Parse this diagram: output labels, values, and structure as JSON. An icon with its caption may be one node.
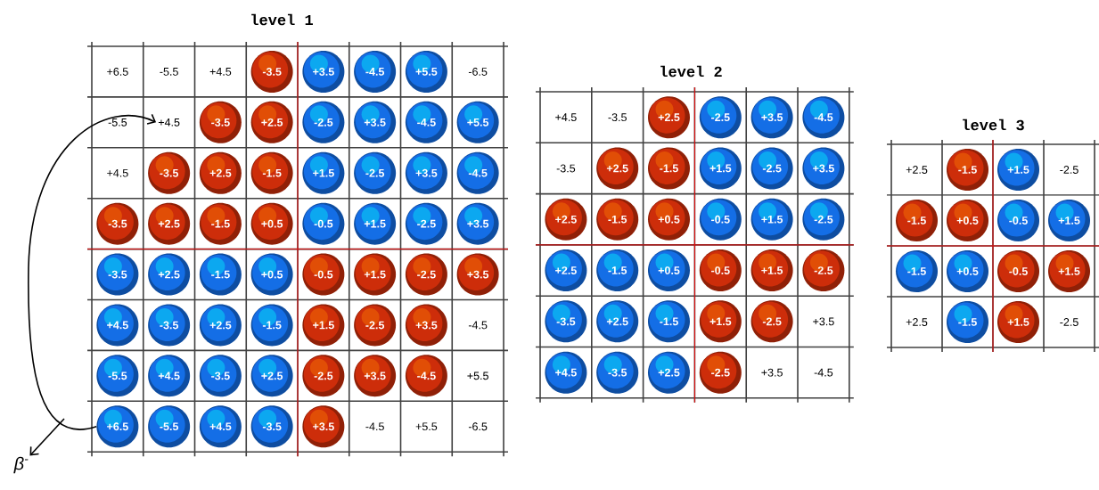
{
  "diagram": {
    "nodes": [
      {
        "text": [
          "+6.5"
        ]
      },
      {
        "text": [
          "-5.5"
        ]
      },
      {
        "text": [
          "+4.5"
        ]
      },
      {
        "text": [
          "-3.5"
        ]
      },
      {
        "text": [
          "+3.5"
        ]
      },
      {
        "text": [
          "-4.5"
        ]
      },
      {
        "text": [
          "+5.5"
        ]
      },
      {
        "text": [
          "-6.5"
        ]
      },
      {
        "text": [
          "-5.5"
        ]
      },
      {
        "text": [
          "+4.5"
        ]
      },
      {
        "text": [
          "-3.5"
        ]
      },
      {
        "text": [
          "+2.5"
        ]
      },
      {
        "text": [
          "-2.5"
        ]
      },
      {
        "text": [
          "+3.5"
        ]
      },
      {
        "text": [
          "-4.5"
        ]
      },
      {
        "text": [
          "+5.5"
        ]
      },
      {
        "text": [
          "+4.5"
        ]
      },
      {
        "text": [
          "-3.5"
        ]
      },
      {
        "text": [
          "+2.5"
        ]
      },
      {
        "text": [
          "-1.5"
        ]
      },
      {
        "text": [
          "+1.5"
        ]
      },
      {
        "text": [
          "-2.5"
        ]
      },
      {
        "text": [
          "+3.5"
        ]
      },
      {
        "text": [
          "-4.5"
        ]
      },
      {
        "text": [
          "-3.5"
        ]
      },
      {
        "text": [
          "+2.5"
        ]
      },
      {
        "text": [
          "-1.5"
        ]
      },
      {
        "text": [
          "+0.5"
        ]
      },
      {
        "text": [
          "-0.5"
        ]
      },
      {
        "text": [
          "+1.5"
        ]
      },
      {
        "text": [
          "-2.5"
        ]
      },
      {
        "text": [
          "+3.5"
        ]
      },
      {
        "text": [
          "-3.5"
        ]
      },
      {
        "text": [
          "+2.5"
        ]
      },
      {
        "text": [
          "-1.5"
        ]
      },
      {
        "text": [
          "+0.5"
        ]
      },
      {
        "text": [
          "-0.5"
        ]
      },
      {
        "text": [
          "+1.5"
        ]
      },
      {
        "text": [
          "-2.5"
        ]
      },
      {
        "text": [
          "+3.5"
        ]
      },
      {
        "text": [
          "+4.5"
        ]
      },
      {
        "text": [
          "-3.5"
        ]
      },
      {
        "text": [
          "+2.5"
        ]
      },
      {
        "text": [
          "-1.5"
        ]
      },
      {
        "text": [
          "+1.5"
        ]
      },
      {
        "text": [
          "-2.5"
        ]
      },
      {
        "text": [
          "+3.5"
        ]
      },
      {
        "text": [
          "-4.5"
        ]
      },
      {
        "text": [
          "-5.5"
        ]
      },
      {
        "text": [
          "+4.5"
        ]
      },
      {
        "text": [
          "-3.5"
        ]
      },
      {
        "text": [
          "+2.5"
        ]
      },
      {
        "text": [
          "-2.5"
        ]
      },
      {
        "text": [
          "+3.5"
        ]
      },
      {
        "text": [
          "-4.5"
        ]
      },
      {
        "text": [
          "+5.5"
        ]
      },
      {
        "text": [
          "+6.5"
        ]
      },
      {
        "text": [
          "-5.5"
        ]
      },
      {
        "text": [
          "+4.5"
        ]
      },
      {
        "text": [
          "-3.5"
        ]
      },
      {
        "text": [
          "+3.5"
        ]
      },
      {
        "text": [
          "-4.5"
        ]
      },
      {
        "text": [
          "+5.5"
        ]
      },
      {
        "text": [
          "-6.5"
        ]
      },
      {
        "text": [
          "+4.5"
        ]
      },
      {
        "text": [
          "-3.5"
        ]
      },
      {
        "text": [
          "+2.5"
        ]
      },
      {
        "text": [
          "-2.5"
        ]
      },
      {
        "text": [
          "+3.5"
        ]
      },
      {
        "text": [
          "-4.5"
        ]
      },
      {
        "text": [
          "-3.5"
        ]
      },
      {
        "text": [
          "+2.5"
        ]
      },
      {
        "text": [
          "-1.5"
        ]
      },
      {
        "text": [
          "+1.5"
        ]
      },
      {
        "text": [
          "-2.5"
        ]
      },
      {
        "text": [
          "+3.5"
        ]
      },
      {
        "text": [
          "+2.5"
        ]
      },
      {
        "text": [
          "-1.5"
        ]
      },
      {
        "text": [
          "+0.5"
        ]
      },
      {
        "text": [
          "-0.5"
        ]
      },
      {
        "text": [
          "+1.5"
        ]
      },
      {
        "text": [
          "-2.5"
        ]
      },
      {
        "text": [
          "+2.5"
        ]
      },
      {
        "text": [
          "-1.5"
        ]
      },
      {
        "text": [
          "+0.5"
        ]
      },
      {
        "text": [
          "-0.5"
        ]
      },
      {
        "text": [
          "+1.5"
        ]
      },
      {
        "text": [
          "-2.5"
        ]
      },
      {
        "text": [
          "-3.5"
        ]
      },
      {
        "text": [
          "+2.5"
        ]
      },
      {
        "text": [
          "-1.5"
        ]
      },
      {
        "text": [
          "+1.5"
        ]
      },
      {
        "text": [
          "-2.5"
        ]
      },
      {
        "text": [
          "+3.5"
        ]
      },
      {
        "text": [
          "+4.5"
        ]
      },
      {
        "text": [
          "-3.5"
        ]
      },
      {
        "text": [
          "+2.5"
        ]
      },
      {
        "text": [
          "-2.5"
        ]
      },
      {
        "text": [
          "+3.5"
        ]
      },
      {
        "text": [
          "-4.5"
        ]
      },
      {
        "text": [
          "+2.5"
        ]
      },
      {
        "text": [
          "-1.5"
        ]
      },
      {
        "text": [
          "+1.5"
        ]
      },
      {
        "text": [
          "-2.5"
        ]
      },
      {
        "text": [
          "-1.5"
        ]
      },
      {
        "text": [
          "+0.5"
        ]
      },
      {
        "text": [
          "-0.5"
        ]
      },
      {
        "text": [
          "+1.5"
        ]
      },
      {
        "text": [
          "-1.5"
        ]
      },
      {
        "text": [
          "+0.5"
        ]
      },
      {
        "text": [
          "-0.5"
        ]
      },
      {
        "text": [
          "+1.5"
        ]
      },
      {
        "text": [
          "+2.5"
        ]
      },
      {
        "text": [
          "-1.5"
        ]
      },
      {
        "text": [
          "+1.5"
        ]
      },
      {
        "text": [
          "-2.5"
        ]
      },
      {
        "text": [
          "β$^{-}$"
        ]
      }
    ],
    "edges": [
      {
        "from": 56,
        "to": 9,
        "arrow": "to"
      },
      {
        "from": null,
        "to": 116,
        "arrow": "to"
      }
    ],
    "labels": [
      "level 1",
      "level 2",
      "level 3"
    ]
  }
}
